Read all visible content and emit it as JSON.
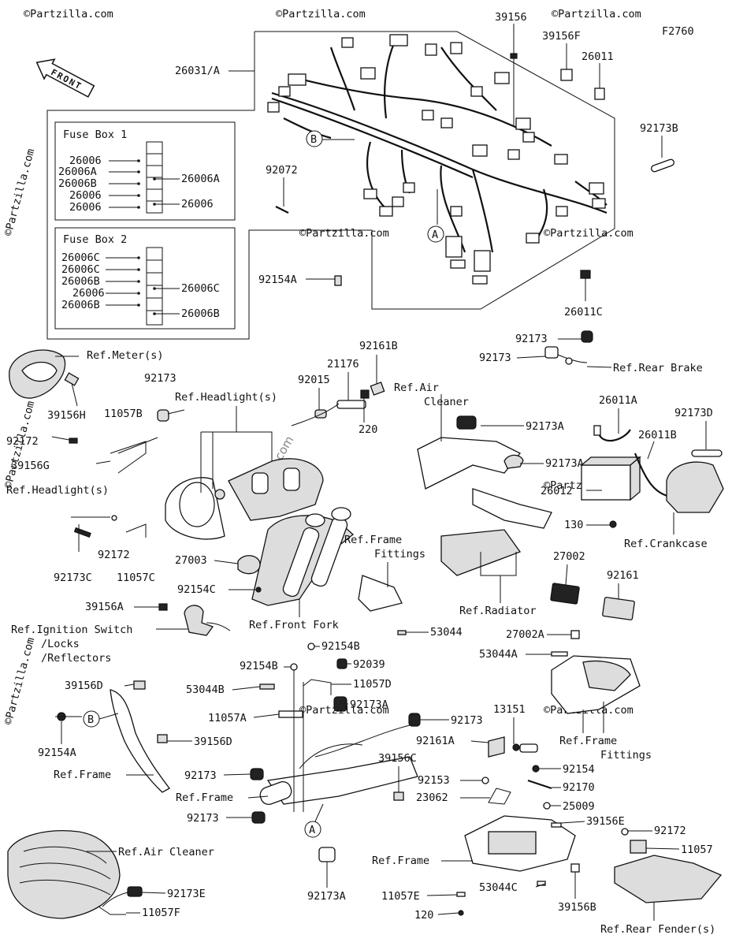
{
  "figure_code": "F2760",
  "direction_label": "FRONT",
  "watermarks": [
    "©Partzilla.com",
    "Partzilla.com"
  ],
  "fuse_box_1": {
    "title": "Fuse Box 1",
    "left_labels": [
      "26006",
      "26006A",
      "26006B",
      "26006",
      "26006"
    ],
    "right_labels": [
      "26006A",
      "26006"
    ]
  },
  "fuse_box_2": {
    "title": "Fuse Box 2",
    "left_labels": [
      "26006C",
      "26006C",
      "26006B",
      "26006",
      "26006B"
    ],
    "right_labels": [
      "26006C",
      "26006B"
    ]
  },
  "callouts": {
    "c26031A": "26031/A",
    "c39156": "39156",
    "c39156F": "39156F",
    "c26011": "26011",
    "c92173B": "92173B",
    "c92072": "92072",
    "c92154A_top": "92154A",
    "c26011C": "26011C",
    "cB_top": "B",
    "cA_top": "A",
    "meter": "Ref.Meter(s)",
    "c39156H": "39156H",
    "c92173_meter": "92173",
    "c11057B": "11057B",
    "head1": "Ref.Headlight(s)",
    "c92172_l": "92172",
    "c39156G": "39156G",
    "head2": "Ref.Headlight(s)",
    "c92172_m": "92172",
    "c92173C": "92173C",
    "c11057C": "11057C",
    "c92015": "92015",
    "c21176": "21176",
    "c92161B": "92161B",
    "c220": "220",
    "air1a": "Ref.Air",
    "air1b": "Cleaner",
    "c92173A_1": "92173A",
    "c92173A_2": "92173A",
    "c92173_rb1": "92173",
    "c92173_rb2": "92173",
    "rearbrake": "Ref.Rear Brake",
    "c26011A": "26011A",
    "c92173D": "92173D",
    "c26011B": "26011B",
    "c26012": "26012",
    "c130": "130",
    "crankcase": "Ref.Crankcase",
    "c27003": "27003",
    "c92154C": "92154C",
    "frontfork": "Ref.Front Fork",
    "ff1a": "Ref.Frame",
    "ff1b": "Fittings",
    "radiator": "Ref.Radiator",
    "c27002": "27002",
    "c92161": "92161",
    "c27002A": "27002A",
    "c53044A": "53044A",
    "c53044": "53044",
    "c39156A": "39156A",
    "ign1": "Ref.Ignition Switch",
    "ign2": "/Locks",
    "ign3": "/Reflectors",
    "c92154B_1": "92154B",
    "c92154B_2": "92154B",
    "c92039": "92039",
    "c11057D": "11057D",
    "c53044B": "53044B",
    "c92173A_3": "92173A",
    "c11057A": "11057A",
    "c92173_mid": "92173",
    "c39156D_1": "39156D",
    "c39156D_2": "39156D",
    "cB_low": "B",
    "c92154A_low": "92154A",
    "frame1": "Ref.Frame",
    "c92173_l1": "92173",
    "frame2": "Ref.Frame",
    "c92173_l2": "92173",
    "c39156C": "39156C",
    "cA_low": "A",
    "c92173A_4": "92173A",
    "c13151": "13151",
    "c92161A": "92161A",
    "ff2a": "Ref.Frame",
    "ff2b": "Fittings",
    "c92154_r": "92154",
    "c92153": "92153",
    "c92170": "92170",
    "c23062": "23062",
    "c25009": "25009",
    "c39156E": "39156E",
    "c92172_r": "92172",
    "c11057_r": "11057",
    "frame3": "Ref.Frame",
    "c53044C": "53044C",
    "c11057E": "11057E",
    "c120": "120",
    "c39156B": "39156B",
    "rearfender": "Ref.Rear Fender(s)",
    "air2": "Ref.Air Cleaner",
    "c92173E": "92173E",
    "c11057F": "11057F"
  }
}
